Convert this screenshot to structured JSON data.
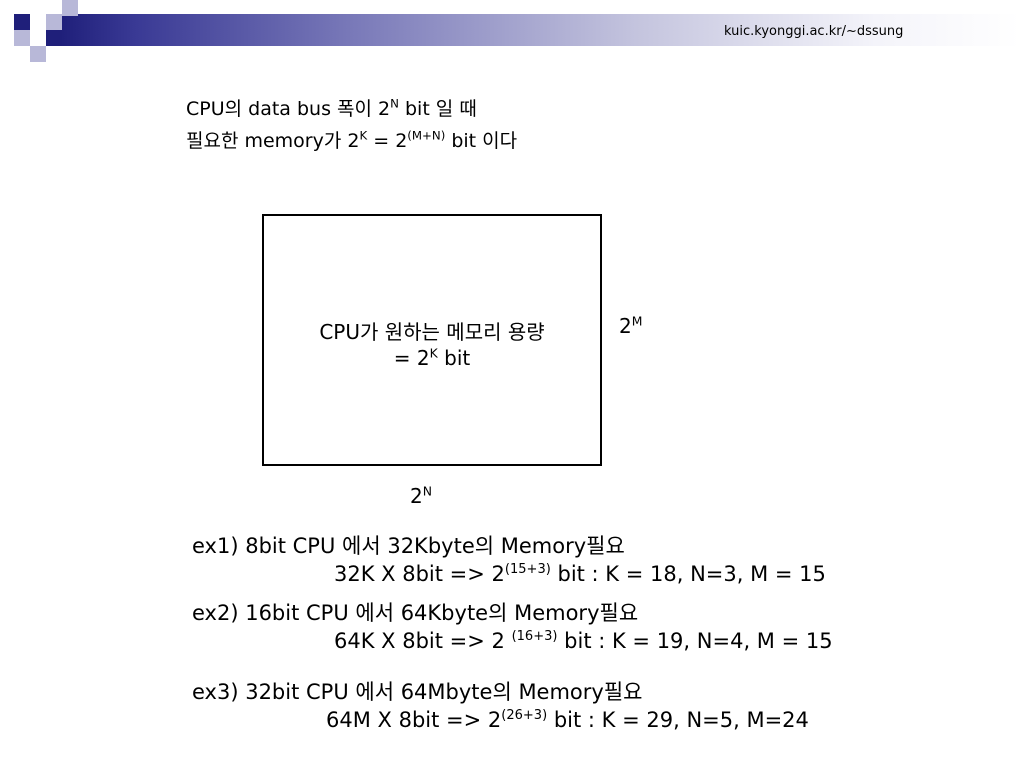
{
  "header": {
    "url": "kuic.kyonggi.ac.kr/~dssung"
  },
  "title": {
    "line1_a": "CPU의 data bus 폭이 2",
    "line1_sup": "N",
    "line1_b": " bit 일 때",
    "line2_a": "필요한 memory가  2",
    "line2_sup1": "K",
    "line2_b": "  =  2",
    "line2_sup2": "(M+N)",
    "line2_c": " bit 이다"
  },
  "diagram": {
    "box_line1": "CPU가 원하는 메모리 용량",
    "box_line2_a": "= 2",
    "box_line2_sup": "K",
    "box_line2_b": " bit",
    "right_label": "2",
    "right_label_sup": "M",
    "bottom_label": "2",
    "bottom_label_sup": "N"
  },
  "examples": [
    {
      "heading": "ex1) 8bit CPU 에서 32Kbyte의 Memory필요",
      "calc_a": "32K X 8bit => 2",
      "calc_sup": "(15+3)",
      "calc_b": " bit    : K = 18, N=3, M = 15"
    },
    {
      "heading": "ex2) 16bit CPU 에서 64Kbyte의 Memory필요",
      "calc_a": "64K X 8bit => 2 ",
      "calc_sup": "(16+3)",
      "calc_b": " bit   : K = 19, N=4, M = 15"
    },
    {
      "heading": "ex3) 32bit CPU 에서 64Mbyte의 Memory필요",
      "calc_a": "64M X 8bit => 2",
      "calc_sup": "(26+3)",
      "calc_b": "  bit   : K = 29, N=5, M=24"
    }
  ],
  "colors": {
    "accent_dark": "#1f1f7a",
    "accent_light": "#b8b8d8"
  }
}
